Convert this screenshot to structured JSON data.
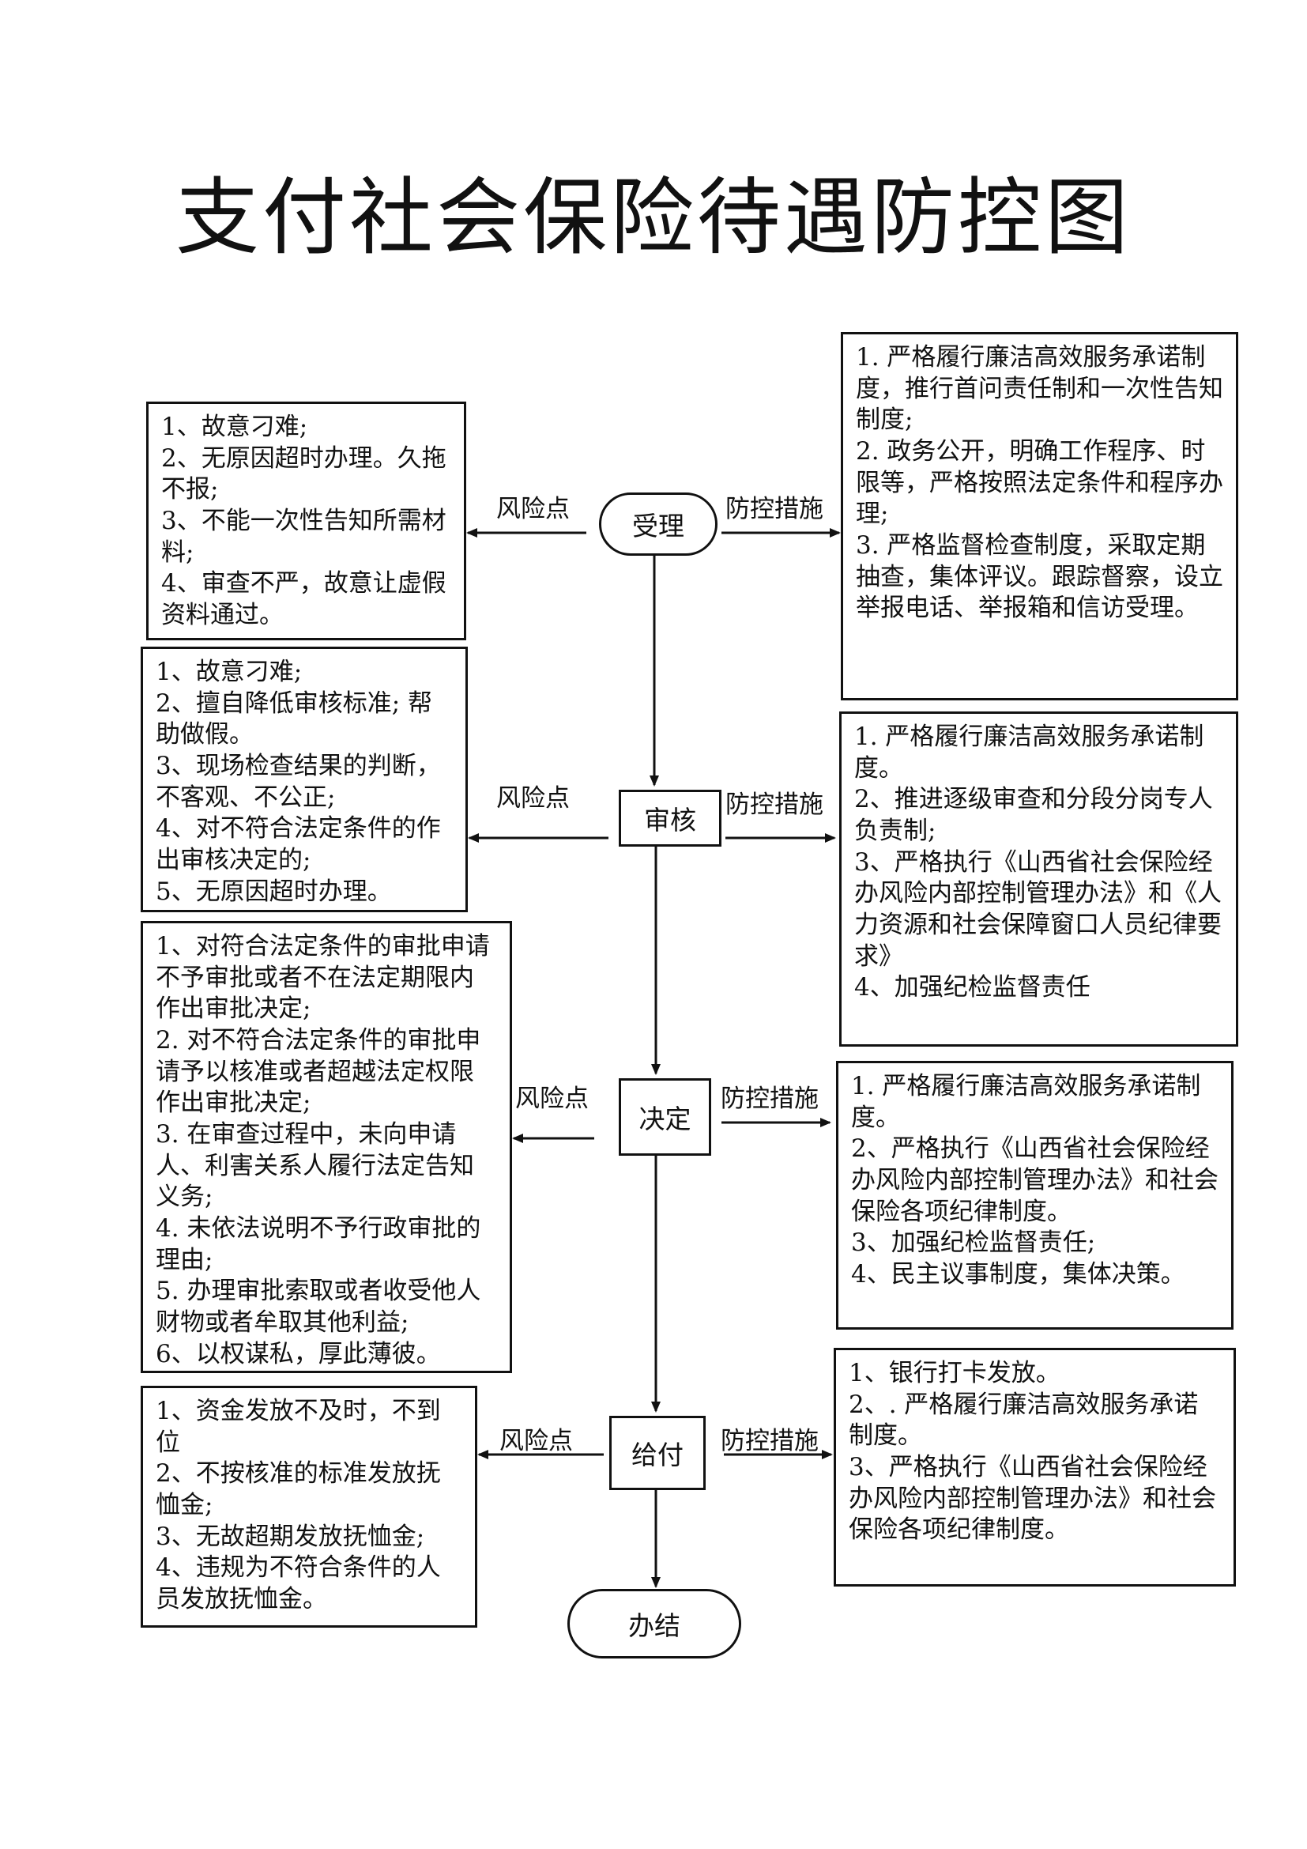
{
  "title": "支付社会保险待遇防控图",
  "labels": {
    "risk": "风险点",
    "measures": "防控措施"
  },
  "nodes": {
    "accept": "受理",
    "review": "审核",
    "decide": "决定",
    "pay": "给付",
    "done": "办结"
  },
  "risks": {
    "accept": "1、故意刁难;\n2、无原因超时办理。久拖不报;\n3、不能一次性告知所需材料;\n4、审查不严，故意让虚假资料通过。",
    "review": "1、故意刁难;\n2、擅自降低审核标准; 帮助做假。\n3、现场检查结果的判断，不客观、不公正;\n4、对不符合法定条件的作出审核决定的;\n5、无原因超时办理。",
    "decide": "1、对符合法定条件的审批申请不予审批或者不在法定期限内作出审批决定;\n2. 对不符合法定条件的审批申请予以核准或者超越法定权限作出审批决定;\n3. 在审查过程中，未向申请人、利害关系人履行法定告知义务;\n4. 未依法说明不予行政审批的理由;\n5. 办理审批索取或者收受他人财物或者牟取其他利益;\n6、以权谋私，厚此薄彼。",
    "pay": "1、资金发放不及时，不到位\n2、不按核准的标准发放抚恤金;\n3、无故超期发放抚恤金;\n4、违规为不符合条件的人员发放抚恤金。"
  },
  "measures": {
    "accept": "1. 严格履行廉洁高效服务承诺制度，推行首问责任制和一次性告知制度;\n2. 政务公开，明确工作程序、时限等，严格按照法定条件和程序办理;\n3. 严格监督检查制度，采取定期抽查，集体评议。跟踪督察，设立举报电话、举报箱和信访受理。",
    "review": "1. 严格履行廉洁高效服务承诺制度。\n2、推进逐级审查和分段分岗专人负责制;\n3、严格执行《山西省社会保险经办风险内部控制管理办法》和《人力资源和社会保障窗口人员纪律要求》\n4、加强纪检监督责任",
    "decide": "1. 严格履行廉洁高效服务承诺制度。\n2、严格执行《山西省社会保险经办风险内部控制管理办法》和社会保险各项纪律制度。\n3、加强纪检监督责任;\n4、民主议事制度，集体决策。",
    "pay": "1、银行打卡发放。\n2、. 严格履行廉洁高效服务承诺制度。\n3、严格执行《山西省社会保险经办风险内部控制管理办法》和社会保险各项纪律制度。"
  }
}
